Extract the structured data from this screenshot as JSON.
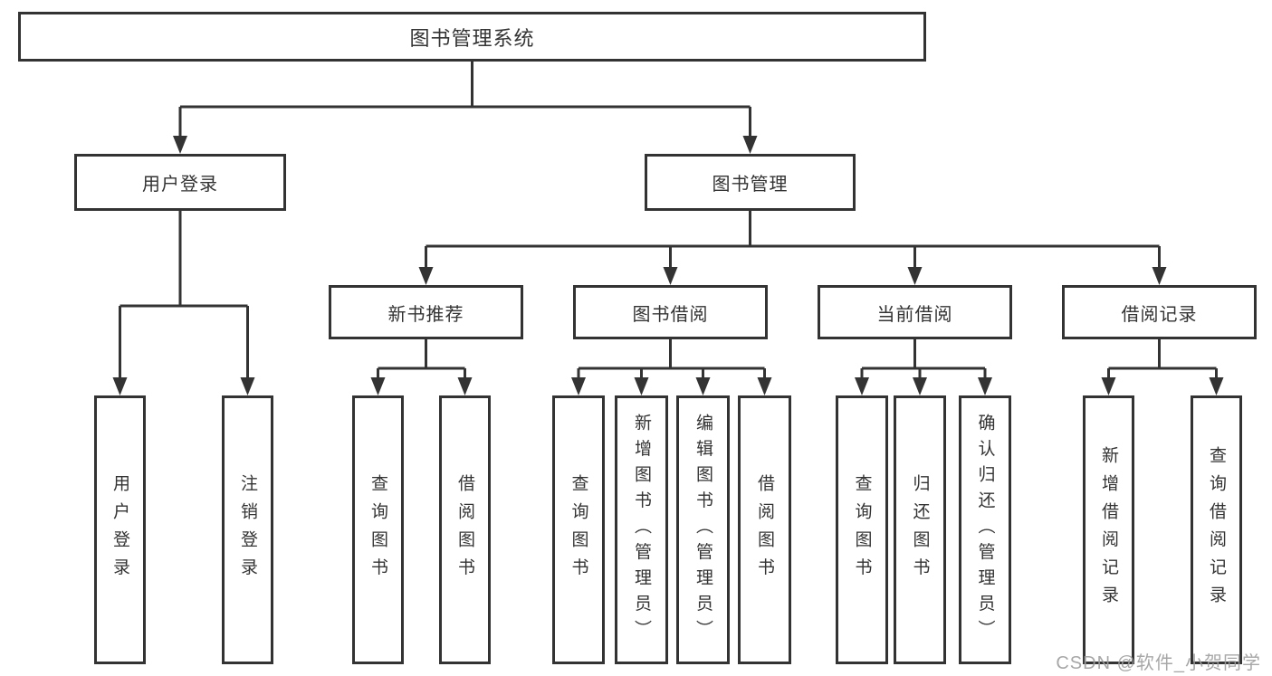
{
  "diagram": {
    "root": {
      "label": "图书管理系统"
    },
    "level2": [
      {
        "label": "用户登录"
      },
      {
        "label": "图书管理"
      }
    ],
    "level3": [
      {
        "label": "新书推荐"
      },
      {
        "label": "图书借阅"
      },
      {
        "label": "当前借阅"
      },
      {
        "label": "借阅记录"
      }
    ],
    "leaves": {
      "user_login": [
        {
          "label": "用户登录"
        },
        {
          "label": "注销登录"
        }
      ],
      "new_book_recommend": [
        {
          "label": "查询图书"
        },
        {
          "label": "借阅图书"
        }
      ],
      "book_borrowing": [
        {
          "label": "查询图书"
        },
        {
          "label": "新增图书（管理员）"
        },
        {
          "label": "编辑图书（管理员）"
        },
        {
          "label": "借阅图书"
        }
      ],
      "current_borrowing": [
        {
          "label": "查询图书"
        },
        {
          "label": "归还图书"
        },
        {
          "label": "确认归还（管理员）"
        }
      ],
      "borrowing_records": [
        {
          "label": "新增借阅记录"
        },
        {
          "label": "查询借阅记录"
        }
      ]
    },
    "watermark": "CSDN @软件_小贺同学",
    "colors": {
      "line": "#333333",
      "text": "#333333",
      "background": "#ffffff",
      "watermark": "#9e9e9e"
    }
  }
}
